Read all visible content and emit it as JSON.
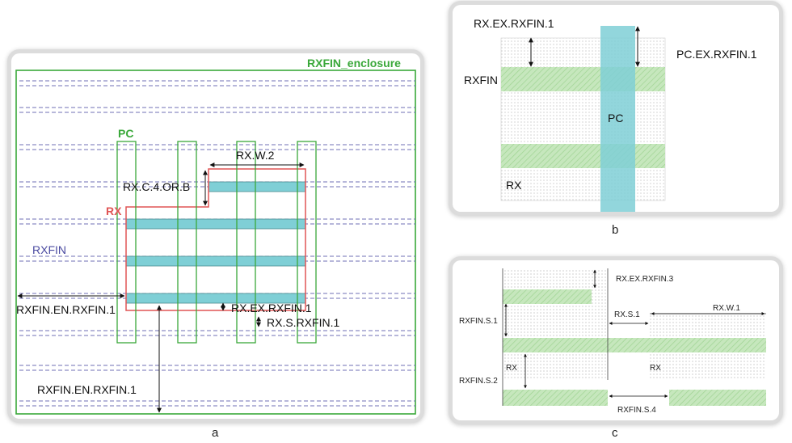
{
  "panel_a": {
    "enclosure": "RXFIN_enclosure",
    "pc": "PC",
    "rx": "RX",
    "rxfin": "RXFIN",
    "rx_w_2": "RX.W.2",
    "rx_c_4": "RX.C.4.OR.B",
    "rxfin_en_1": "RXFIN.EN.RXFIN.1",
    "rx_ex_1": "RX.EX.RXFIN.1",
    "rx_s_1": "RX.S.RXFIN.1",
    "rxfin_en_2": "RXFIN.EN.RXFIN.1"
  },
  "panel_b": {
    "rx_ex": "RX.EX.RXFIN.1",
    "pc_ex": "PC.EX.RXFIN.1",
    "rxfin": "RXFIN",
    "pc": "PC",
    "rx": "RX"
  },
  "panel_c": {
    "rx_ex_3": "RX.EX.RXFIN.3",
    "rx_s_1": "RX.S.1",
    "rx_w_1": "RX.W.1",
    "rxfin_s_1": "RXFIN.S.1",
    "rx_left": "RX",
    "rx_right": "RX",
    "rxfin_s_2": "RXFIN.S.2",
    "rxfin_s_4": "RXFIN.S.4"
  },
  "captions": {
    "a": "a",
    "b": "b",
    "c": "c"
  },
  "colors": {
    "green": "#3aa83a",
    "red": "#e05555",
    "blue": "#4a4aa0",
    "cyan": "#7fcfd6",
    "hatch": "#b9e0b0"
  }
}
